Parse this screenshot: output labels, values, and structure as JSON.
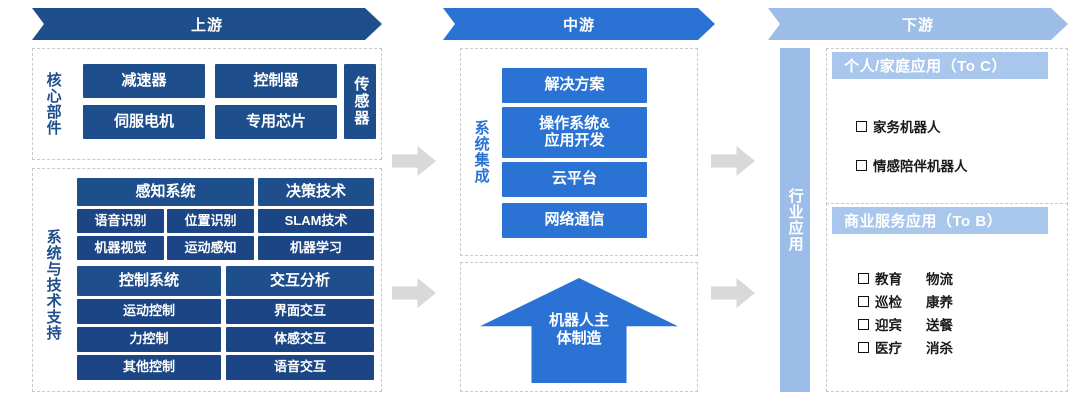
{
  "headers": {
    "upstream": "上游",
    "midstream": "中游",
    "downstream": "下游"
  },
  "upstream": {
    "group1": {
      "side_label": "核心部件",
      "tiles": [
        "减速器",
        "控制器",
        "伺服电机",
        "专用芯片",
        "传感器"
      ]
    },
    "group2": {
      "side_label": "系统与技术支持",
      "tiles": [
        "感知系统",
        "决策技术",
        "语音识别",
        "位置识别",
        "SLAM技术",
        "机器视觉",
        "运动感知",
        "机器学习",
        "控制系统",
        "交互分析",
        "运动控制",
        "界面交互",
        "力控制",
        "体感交互",
        "其他控制",
        "语音交互"
      ]
    }
  },
  "midstream": {
    "side_label": "系统集成",
    "tiles": [
      "解决方案",
      "操作系统&\n应用开发",
      "云平台",
      "网络通信"
    ],
    "tile_line1": "操作系统&",
    "tile_line2": "应用开发",
    "manufacture_arrow_line1": "机器人主",
    "manufacture_arrow_line2": "体制造"
  },
  "downstream": {
    "rail_label": "行业应用",
    "panel_toc": {
      "title": "个人/家庭应用（To C）",
      "items": [
        "家务机器人",
        "情感陪伴机器人"
      ]
    },
    "panel_tob": {
      "title": "商业服务应用（To B）",
      "rows": [
        {
          "left": "教育",
          "right": "物流"
        },
        {
          "left": "巡检",
          "right": "康养"
        },
        {
          "left": "迎宾",
          "right": "送餐"
        },
        {
          "left": "医疗",
          "right": "消杀"
        }
      ]
    }
  },
  "colors": {
    "navy": "#1F4E8C",
    "blue": "#2A72D4",
    "light_blue": "#9DBDE9",
    "subhead_blue": "#A9C6EC",
    "arrow_gray": "#D9D9D9",
    "dash_border": "#C9C9C9"
  }
}
